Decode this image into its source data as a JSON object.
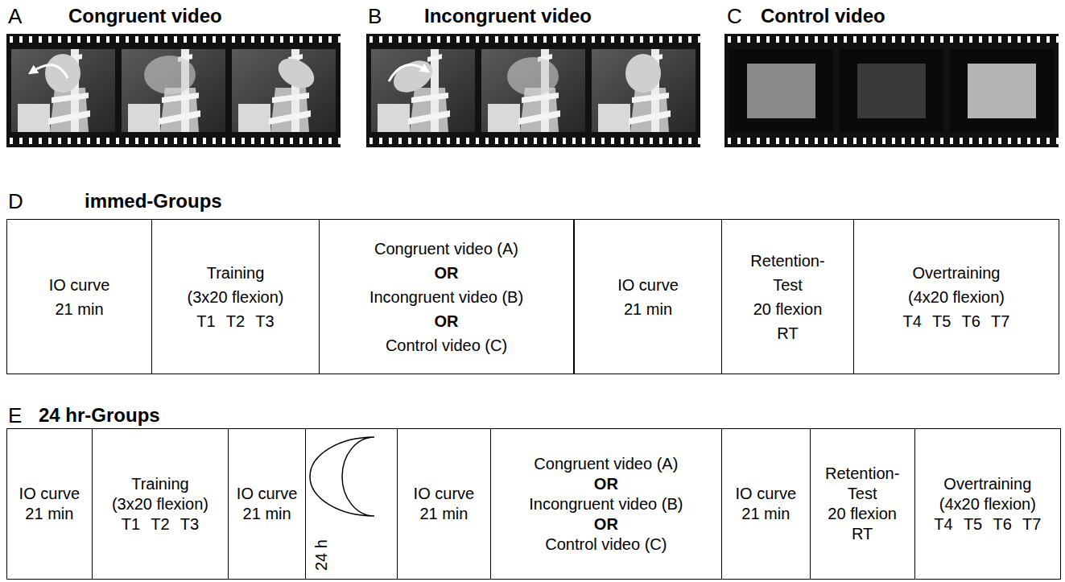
{
  "diagram": {
    "nodes": [
      {
        "text": [
          "IO curve",
          "21 min"
        ]
      },
      {
        "text": [
          "Training",
          "(3x20 flexion)",
          "T1 T2 T3"
        ]
      },
      {
        "text": [
          "Congruent video (A)",
          "OR",
          "Incongruent video (B)",
          "OR",
          "Control video (C)"
        ]
      },
      {
        "text": [
          "IO curve",
          "21 min"
        ]
      },
      {
        "text": [
          "Retention-Test",
          "20 flexion",
          "RT"
        ]
      },
      {
        "text": [
          "Overtraining",
          "(4x20 flexion)",
          "T4 T5 T6 T7"
        ]
      },
      {
        "text": [
          "IO curve",
          "21 min"
        ]
      },
      {
        "text": [
          "Training",
          "(3x20 flexion)",
          "T1 T2 T3"
        ]
      },
      {
        "text": [
          "IO curve",
          "21 min"
        ]
      },
      {
        "text": [
          "24 h"
        ]
      },
      {
        "text": [
          "IO curve",
          "21 min"
        ]
      },
      {
        "text": [
          "Congruent video (A)",
          "OR",
          "Incongruent video (B)",
          "OR",
          "Control video (C)"
        ]
      },
      {
        "text": [
          "IO curve",
          "21 min"
        ]
      },
      {
        "text": [
          "Retention-Test",
          "20 flexion",
          "RT"
        ]
      },
      {
        "text": [
          "Overtraining",
          "(4x20 flexion)",
          "T4 T5 T6 T7"
        ]
      }
    ],
    "labels": [
      "A",
      "Congruent video",
      "B",
      "Incongruent video",
      "C",
      "Control video",
      "D",
      "immed-Groups",
      "E",
      "24 hr-Groups"
    ]
  }
}
